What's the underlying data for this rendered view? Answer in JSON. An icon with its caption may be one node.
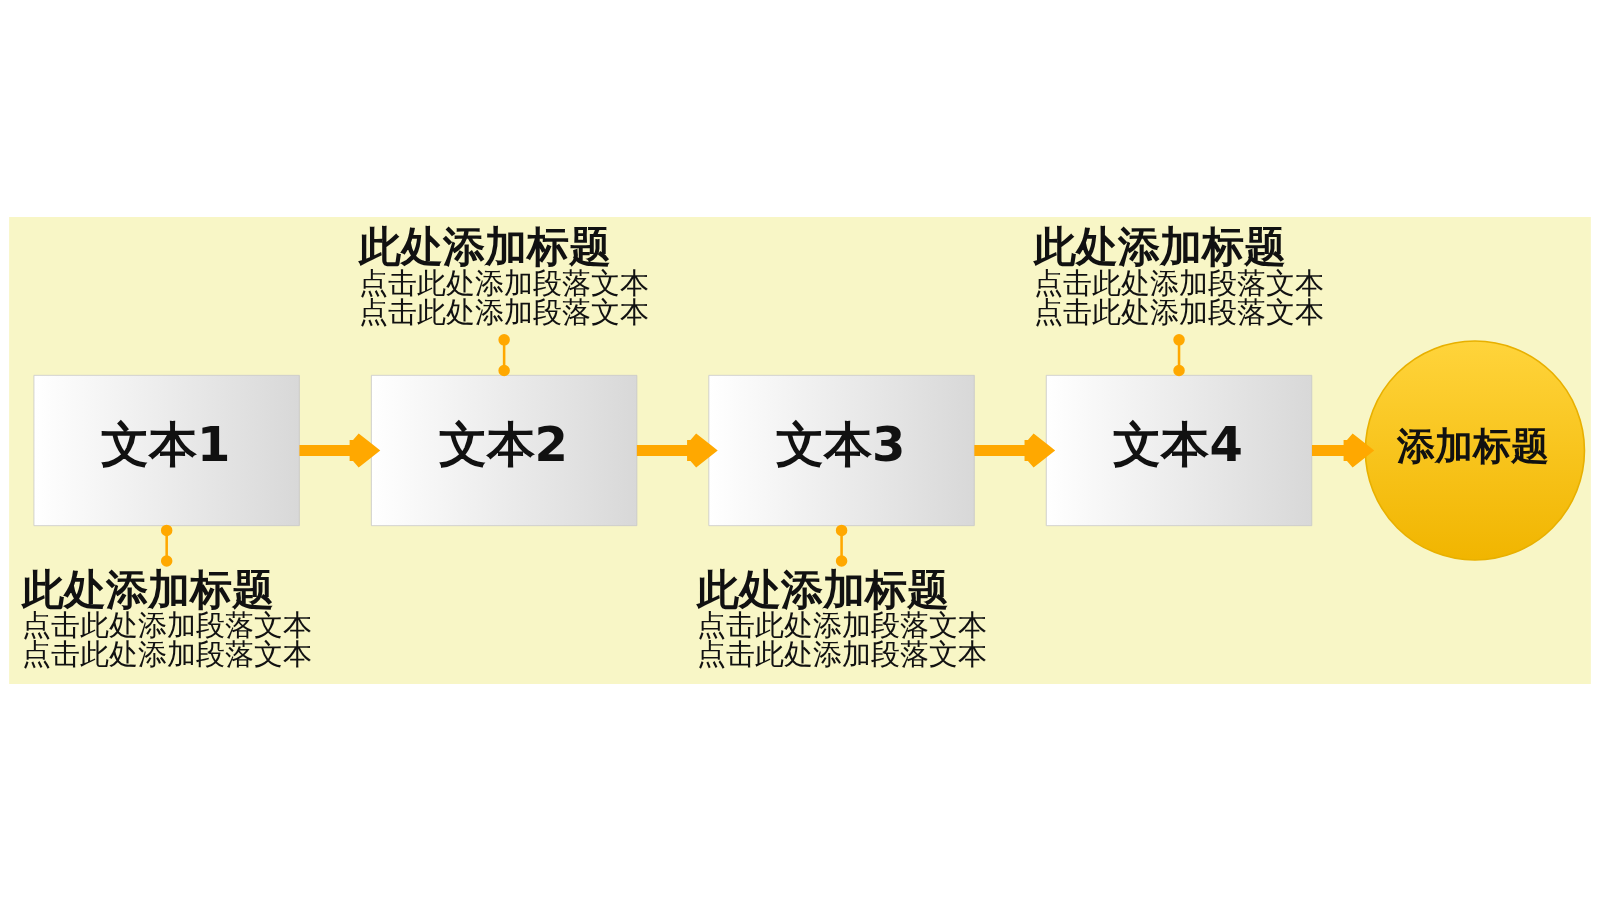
{
  "diagram": {
    "nodes": [
      {
        "text": [
          "此处添加标题",
          "点击此处添加段落文本",
          "点击此处添加段落文本"
        ]
      },
      {
        "text": [
          "此处添加标题",
          "点击此处添加段落文本",
          "点击此处添加段落文本"
        ]
      },
      {
        "text": [
          "文本1"
        ]
      },
      {
        "text": [
          "文本2"
        ]
      },
      {
        "text": [
          "文本3"
        ]
      },
      {
        "text": [
          "文本4"
        ]
      },
      {
        "text": [
          "添加标题"
        ]
      },
      {
        "text": [
          "此处添加标题",
          "点击此处添加段落文本",
          "点击此处添加段落文本"
        ]
      },
      {
        "text": [
          "此处添加标题",
          "点击此处添加段落文本",
          "点击此处添加段落文本"
        ]
      }
    ],
    "edges": [
      {
        "from": 2,
        "to": 3,
        "arrow": "to",
        "style": "thick"
      },
      {
        "from": 3,
        "to": 4,
        "arrow": "to",
        "style": "thick"
      },
      {
        "from": 4,
        "to": 5,
        "arrow": "to",
        "style": "thick"
      },
      {
        "from": 5,
        "to": 6,
        "arrow": "to",
        "style": "thick"
      },
      {
        "from": 0,
        "to": 3,
        "arrow": "other"
      },
      {
        "from": 1,
        "to": 5,
        "arrow": "other"
      },
      {
        "from": 2,
        "to": 7,
        "arrow": "other"
      },
      {
        "from": 4,
        "to": 8,
        "arrow": "other"
      }
    ]
  }
}
